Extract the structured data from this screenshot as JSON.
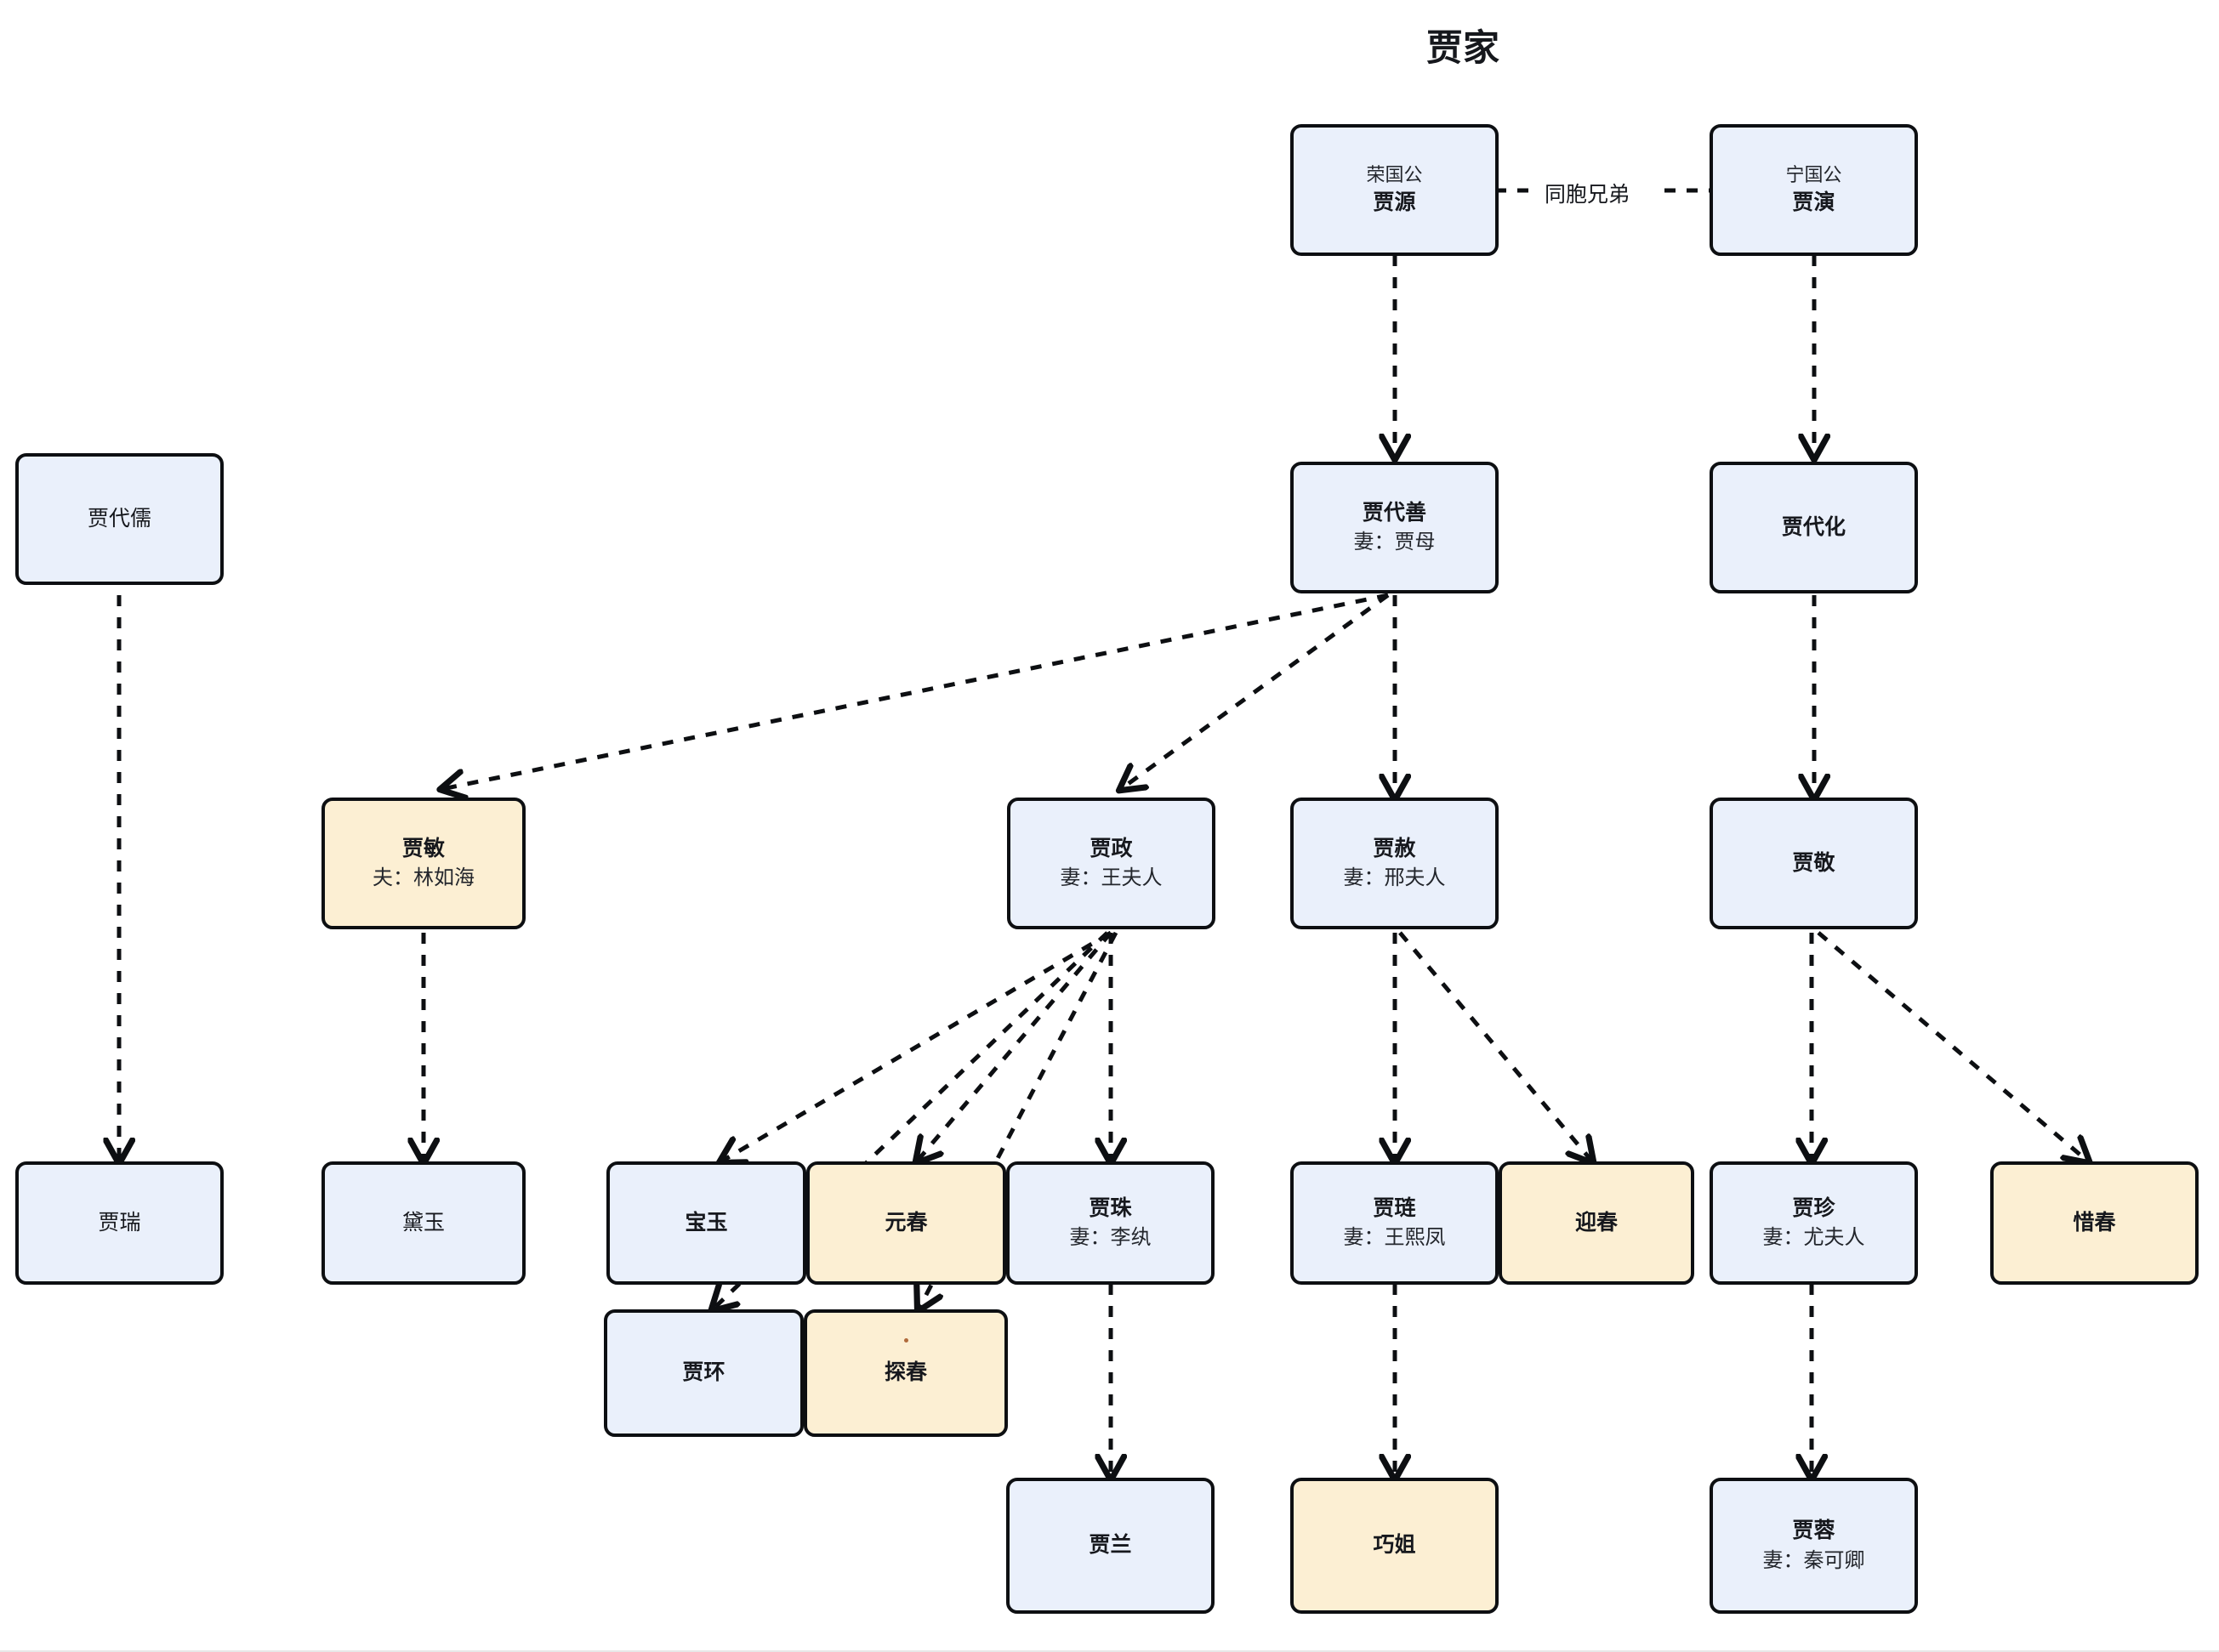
{
  "title": "贾家",
  "colors": {
    "male_fill": "#eaf0fb",
    "female_fill": "#fcefd3",
    "border": "#0d0f12",
    "background": "#ffffff",
    "text": "#16181d"
  },
  "edge_labels": {
    "siblings": "同胞兄弟"
  },
  "chart_data": {
    "type": "diagram",
    "subtype": "family-tree",
    "title": "贾家",
    "legend": {
      "male_fill": "#eaf0fb",
      "female_fill": "#fcefd3"
    },
    "nodes": [
      {
        "id": "jiayuan",
        "rank": "荣国公",
        "name": "贾源",
        "spouse": "",
        "gender": "male",
        "generation": 1
      },
      {
        "id": "jiayan",
        "rank": "宁国公",
        "name": "贾演",
        "spouse": "",
        "gender": "male",
        "generation": 1
      },
      {
        "id": "jiadaishan",
        "rank": "",
        "name": "贾代善",
        "spouse": "妻：贾母",
        "gender": "male",
        "generation": 2
      },
      {
        "id": "jiadaihua",
        "rank": "",
        "name": "贾代化",
        "spouse": "",
        "gender": "male",
        "generation": 2
      },
      {
        "id": "jiadairu",
        "rank": "",
        "name": "贾代儒",
        "spouse": "",
        "gender": "male",
        "generation": 2
      },
      {
        "id": "jiamin",
        "rank": "",
        "name": "贾敏",
        "spouse": "夫：林如海",
        "gender": "female",
        "generation": 3
      },
      {
        "id": "jiazheng",
        "rank": "",
        "name": "贾政",
        "spouse": "妻：王夫人",
        "gender": "male",
        "generation": 3
      },
      {
        "id": "jiashe",
        "rank": "",
        "name": "贾赦",
        "spouse": "妻：邢夫人",
        "gender": "male",
        "generation": 3
      },
      {
        "id": "jiajing",
        "rank": "",
        "name": "贾敬",
        "spouse": "",
        "gender": "male",
        "generation": 3
      },
      {
        "id": "jiarui",
        "rank": "",
        "name": "贾瑞",
        "spouse": "",
        "gender": "male",
        "generation": 4
      },
      {
        "id": "daiyu",
        "rank": "",
        "name": "黛玉",
        "spouse": "",
        "gender": "male",
        "generation": 4
      },
      {
        "id": "baoyu",
        "rank": "",
        "name": "宝玉",
        "spouse": "",
        "gender": "male",
        "generation": 4
      },
      {
        "id": "yuanchun",
        "rank": "",
        "name": "元春",
        "spouse": "",
        "gender": "female",
        "generation": 4
      },
      {
        "id": "jiazhu",
        "rank": "",
        "name": "贾珠",
        "spouse": "妻：李纨",
        "gender": "male",
        "generation": 4
      },
      {
        "id": "jiahuan",
        "rank": "",
        "name": "贾环",
        "spouse": "",
        "gender": "male",
        "generation": 4
      },
      {
        "id": "tanchun",
        "rank": "",
        "name": "探春",
        "spouse": "",
        "gender": "female",
        "generation": 4
      },
      {
        "id": "jialian",
        "rank": "",
        "name": "贾琏",
        "spouse": "妻：王熙凤",
        "gender": "male",
        "generation": 4
      },
      {
        "id": "yingchun",
        "rank": "",
        "name": "迎春",
        "spouse": "",
        "gender": "female",
        "generation": 4
      },
      {
        "id": "jiazhen",
        "rank": "",
        "name": "贾珍",
        "spouse": "妻：尤夫人",
        "gender": "male",
        "generation": 4
      },
      {
        "id": "xichun",
        "rank": "",
        "name": "惜春",
        "spouse": "",
        "gender": "female",
        "generation": 4
      },
      {
        "id": "jialan",
        "rank": "",
        "name": "贾兰",
        "spouse": "",
        "gender": "male",
        "generation": 5
      },
      {
        "id": "qiaojie",
        "rank": "",
        "name": "巧姐",
        "spouse": "",
        "gender": "female",
        "generation": 5
      },
      {
        "id": "jiarong",
        "rank": "",
        "name": "贾蓉",
        "spouse": "妻：秦可卿",
        "gender": "male",
        "generation": 5
      }
    ],
    "edges": [
      {
        "from": "jiayuan",
        "to": "jiayan",
        "label": "同胞兄弟",
        "style": "dashed",
        "directed": false
      },
      {
        "from": "jiayuan",
        "to": "jiadaishan",
        "style": "dashed",
        "directed": true
      },
      {
        "from": "jiayan",
        "to": "jiadaihua",
        "style": "dashed",
        "directed": true
      },
      {
        "from": "jiadairu",
        "to": "jiarui",
        "style": "dashed",
        "directed": true
      },
      {
        "from": "jiadaishan",
        "to": "jiamin",
        "style": "dashed",
        "directed": true
      },
      {
        "from": "jiadaishan",
        "to": "jiazheng",
        "style": "dashed",
        "directed": true
      },
      {
        "from": "jiadaishan",
        "to": "jiashe",
        "style": "dashed",
        "directed": true
      },
      {
        "from": "jiadaihua",
        "to": "jiajing",
        "style": "dashed",
        "directed": true
      },
      {
        "from": "jiamin",
        "to": "daiyu",
        "style": "dashed",
        "directed": true
      },
      {
        "from": "jiazheng",
        "to": "baoyu",
        "style": "dashed",
        "directed": true
      },
      {
        "from": "jiazheng",
        "to": "yuanchun",
        "style": "dashed",
        "directed": true
      },
      {
        "from": "jiazheng",
        "to": "jiazhu",
        "style": "dashed",
        "directed": true
      },
      {
        "from": "jiazheng",
        "to": "jiahuan",
        "style": "dashed",
        "directed": true
      },
      {
        "from": "jiazheng",
        "to": "tanchun",
        "style": "dashed",
        "directed": true
      },
      {
        "from": "jiashe",
        "to": "jialian",
        "style": "dashed",
        "directed": true
      },
      {
        "from": "jiashe",
        "to": "yingchun",
        "style": "dashed",
        "directed": true
      },
      {
        "from": "jiajing",
        "to": "jiazhen",
        "style": "dashed",
        "directed": true
      },
      {
        "from": "jiajing",
        "to": "xichun",
        "style": "dashed",
        "directed": true
      },
      {
        "from": "jiazhu",
        "to": "jialan",
        "style": "dashed",
        "directed": true
      },
      {
        "from": "jialian",
        "to": "qiaojie",
        "style": "dashed",
        "directed": true
      },
      {
        "from": "jiazhen",
        "to": "jiarong",
        "style": "dashed",
        "directed": true
      }
    ]
  }
}
